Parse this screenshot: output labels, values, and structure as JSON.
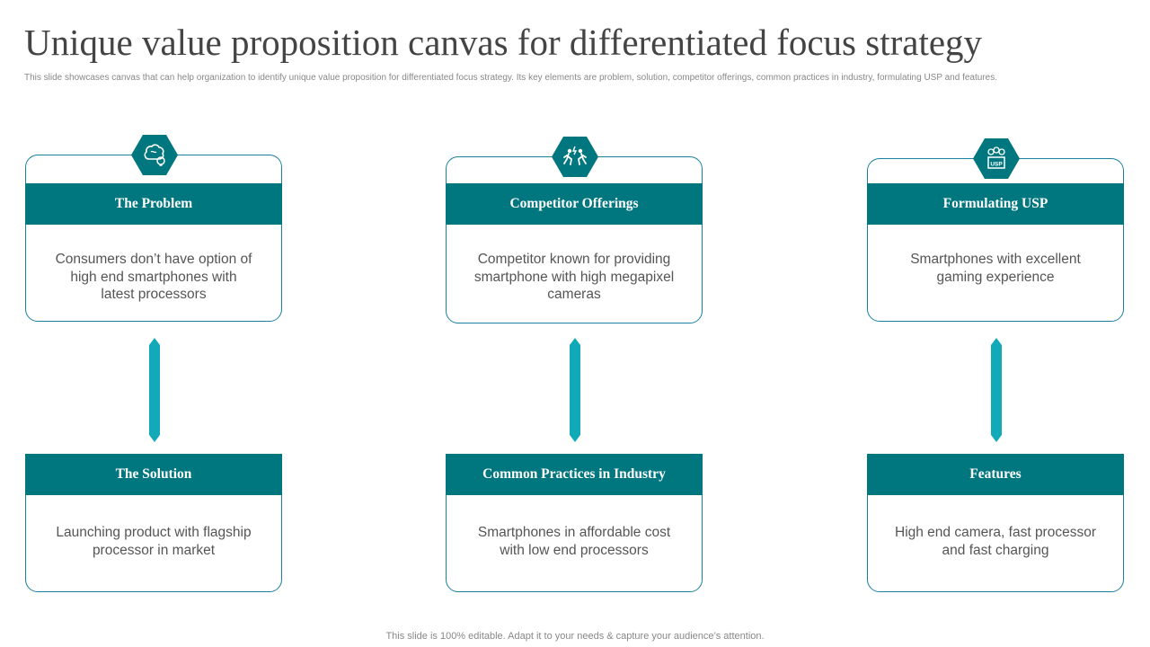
{
  "slide": {
    "title": "Unique value proposition canvas for differentiated focus strategy",
    "subtitle": "This slide showcases canvas that can help organization to identify unique value proposition for differentiated focus strategy. Its key elements are problem, solution, competitor offerings, common practices in industry, formulating USP and features.",
    "footer": "This slide is 100% editable. Adapt it to your needs & capture your audience’s attention."
  },
  "top_cards": [
    {
      "heading": "The Problem",
      "body": "Consumers don’t have option of high end smartphones with latest processors",
      "icon": "brain-idea-icon"
    },
    {
      "heading": "Competitor Offerings",
      "body": "Competitor known for providing smartphone with high megapixel cameras",
      "icon": "competition-runners-icon"
    },
    {
      "heading": "Formulating USP",
      "body": "Smartphones with excellent gaming experience",
      "icon": "usp-box-icon",
      "icon_text": "USP"
    }
  ],
  "bottom_cards": [
    {
      "heading": "The Solution",
      "body": "Launching product with flagship processor in market"
    },
    {
      "heading": "Common Practices in Industry",
      "body": "Smartphones in affordable cost with low end processors"
    },
    {
      "heading": "Features",
      "body": "High end camera, fast processor and fast charging"
    }
  ],
  "colors": {
    "primary": "#00767f",
    "connector": "#12aab8",
    "border": "#1b7fa0"
  }
}
